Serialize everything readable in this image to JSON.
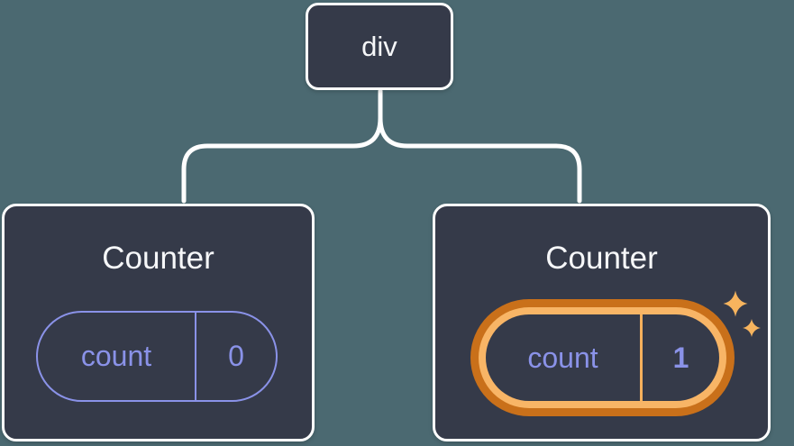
{
  "colors": {
    "background": "#4B6971",
    "node_fill": "#353A49",
    "node_border": "#FFFFFF",
    "text_primary": "#F6F7F9",
    "state_accent": "#8A92E8",
    "highlight_ring_outer": "#C9701A",
    "highlight_ring_inner": "#F8B566",
    "highlight_divider": "#F5B05C",
    "sparkle": "#F7B45E",
    "connector": "#FFFFFF"
  },
  "tree": {
    "root": {
      "label": "div"
    },
    "children": [
      {
        "title": "Counter",
        "highlighted": false,
        "state": {
          "name": "count",
          "value": "0"
        }
      },
      {
        "title": "Counter",
        "highlighted": true,
        "state": {
          "name": "count",
          "value": "1"
        }
      }
    ]
  }
}
